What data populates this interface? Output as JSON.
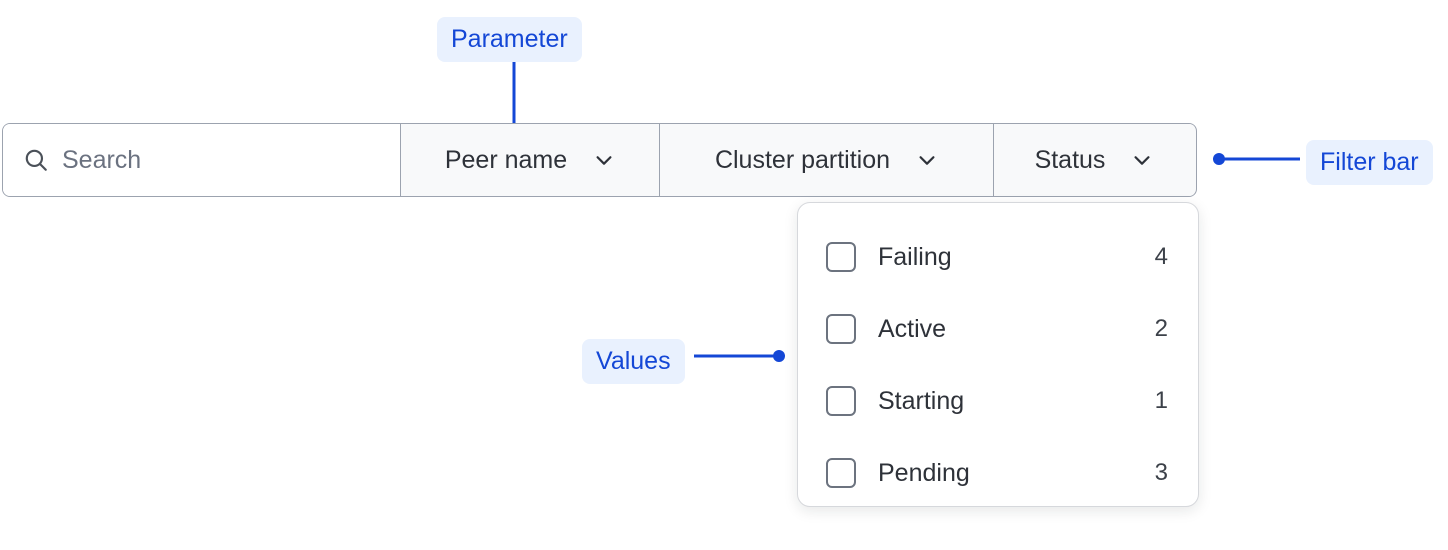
{
  "filter_bar": {
    "search": {
      "icon": "search-icon",
      "placeholder": "Search",
      "value": ""
    },
    "segments": [
      {
        "label": "Peer name",
        "icon": "chevron-down-icon"
      },
      {
        "label": "Cluster partition",
        "icon": "chevron-down-icon"
      },
      {
        "label": "Status",
        "icon": "chevron-down-icon"
      }
    ]
  },
  "dropdown": {
    "open_for": "Status",
    "items": [
      {
        "label": "Failing",
        "count": "4",
        "checked": false
      },
      {
        "label": "Active",
        "count": "2",
        "checked": false
      },
      {
        "label": "Starting",
        "count": "1",
        "checked": false
      },
      {
        "label": "Pending",
        "count": "3",
        "checked": false
      }
    ]
  },
  "annotations": [
    {
      "id": "parameter",
      "label": "Parameter"
    },
    {
      "id": "values",
      "label": "Values"
    },
    {
      "id": "filter_bar",
      "label": "Filter bar"
    }
  ],
  "colors": {
    "annotation_text": "#1447d6",
    "annotation_bg": "#e9f1fe",
    "bar_border": "#9ca3af",
    "segment_bg": "#f8f9fa",
    "text": "#2e3239"
  }
}
